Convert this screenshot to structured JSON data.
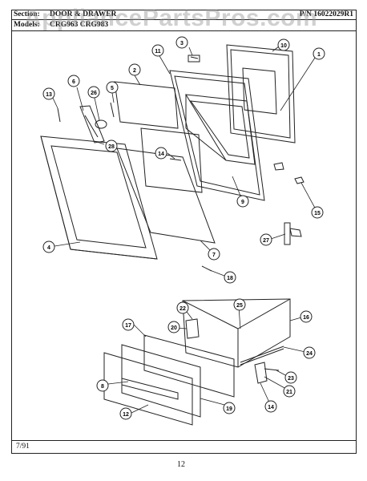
{
  "header": {
    "section_label": "Section:",
    "section_value": "DOOR & DRAWER",
    "models_label": "Models:",
    "models_value": "CRG963  CRG983",
    "part_number": "P/N 16022029R1"
  },
  "watermark": "AppliancePartsPros.com",
  "footer": {
    "date": "7/91",
    "page_number": "12"
  },
  "callouts": [
    "1",
    "2",
    "3",
    "4",
    "5",
    "6",
    "7",
    "8",
    "9",
    "10",
    "11",
    "12",
    "13",
    "14",
    "15",
    "16",
    "17",
    "18",
    "19",
    "20",
    "21",
    "22",
    "23",
    "24",
    "25",
    "26",
    "27",
    "28"
  ]
}
